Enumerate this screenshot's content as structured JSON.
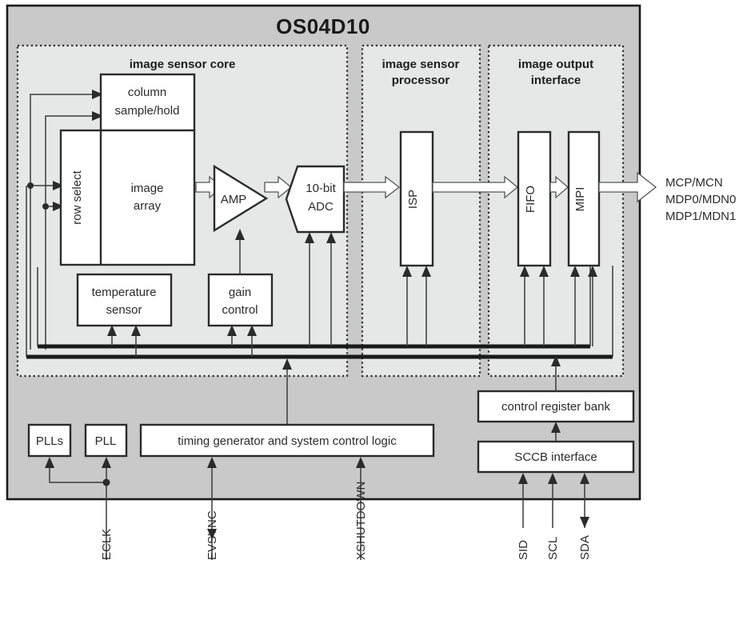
{
  "chip": {
    "title": "OS04D10"
  },
  "sections": [
    {
      "id": "core",
      "title_line1": "image sensor core",
      "title_line2": ""
    },
    {
      "id": "isp",
      "title_line1": "image sensor",
      "title_line2": "processor"
    },
    {
      "id": "output",
      "title_line1": "image output",
      "title_line2": "interface"
    }
  ],
  "blocks": {
    "column_sample_hold": {
      "line1": "column",
      "line2": "sample/hold"
    },
    "row_select": {
      "label": "row select"
    },
    "image_array": {
      "line1": "image",
      "line2": "array"
    },
    "amp": {
      "label": "AMP"
    },
    "adc": {
      "line1": "10-bit",
      "line2": "ADC"
    },
    "temperature_sensor": {
      "line1": "temperature",
      "line2": "sensor"
    },
    "gain_control": {
      "line1": "gain",
      "line2": "control"
    },
    "isp": {
      "label": "ISP"
    },
    "fifo": {
      "label": "FIFO"
    },
    "mipi": {
      "label": "MIPI"
    },
    "plls": {
      "label": "PLLs"
    },
    "pll": {
      "label": "PLL"
    },
    "timing_generator": {
      "label": "timing generator and system control logic"
    },
    "control_register_bank": {
      "label": "control register bank"
    },
    "sccb_interface": {
      "label": "SCCB interface"
    }
  },
  "outputs": [
    {
      "label": "MCP/MCN"
    },
    {
      "label": "MDP0/MDN0"
    },
    {
      "label": "MDP1/MDN1"
    }
  ],
  "pins": [
    {
      "label": "ECLK",
      "direction": "in"
    },
    {
      "label": "EVSYNC",
      "direction": "bidirectional"
    },
    {
      "label": "XSHUTDOWN",
      "direction": "in"
    },
    {
      "label": "SID",
      "direction": "in"
    },
    {
      "label": "SCL",
      "direction": "in"
    },
    {
      "label": "SDA",
      "direction": "bidirectional"
    }
  ],
  "colors": {
    "panel_fill": "#c9c9c9",
    "section_fill": "#e6e8e8",
    "block_fill": "#ffffff",
    "line": "#2b2b2b",
    "background": "#ffffff"
  }
}
